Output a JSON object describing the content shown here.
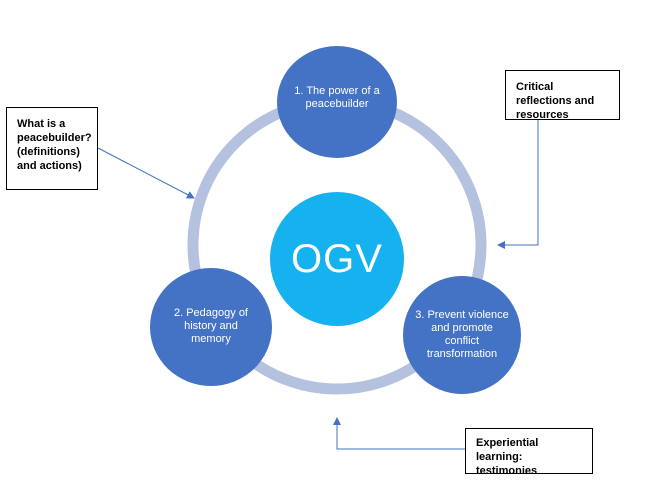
{
  "center": {
    "label": "OGV"
  },
  "nodes": [
    {
      "label": "1. The power of a peacebuilder"
    },
    {
      "label": "2. Pedagogy of history and memory"
    },
    {
      "label": "3. Prevent violence and promote conflict transformation"
    }
  ],
  "notes": {
    "left": "What is a peacebuilder? (definitions) and actions)",
    "right": "Critical reflections and resources",
    "bottom": "Experiential learning: testimonies"
  },
  "colors": {
    "ring": "#b4c2e0",
    "node": "#4472c4",
    "center": "#16b1ef",
    "arrow": "#4472c4"
  }
}
